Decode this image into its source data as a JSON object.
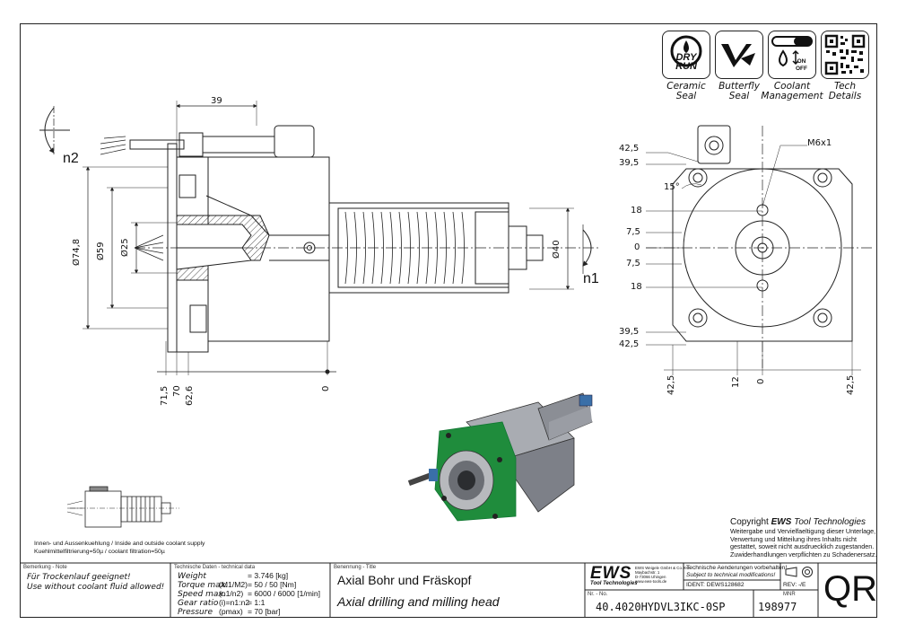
{
  "icons": [
    {
      "label": "Ceramic\nSeal",
      "line1": "Ceramic",
      "line2": "Seal",
      "badge": "DRY RUN",
      "badge1": "DRY",
      "badge2": "RUN",
      "icon": "dry-run-icon"
    },
    {
      "label": "Butterfly Seal",
      "line1": "Butterfly",
      "line2": "Seal",
      "icon": "butterfly-seal-icon"
    },
    {
      "label": "Coolant Management",
      "line1": "Coolant",
      "line2": "Management",
      "on": "ON",
      "off": "OFF",
      "icon": "coolant-icon"
    },
    {
      "label": "Tech Details",
      "line1": "Tech",
      "line2": "Details",
      "icon": "qr-code-icon"
    }
  ],
  "side_view": {
    "dims": {
      "d39": "39",
      "d74": "Ø74,8",
      "d59": "Ø59",
      "d25": "Ø25",
      "d40": "Ø40",
      "n1": "n1",
      "n2": "n2",
      "b715": "71,5",
      "b70": "70",
      "b626": "62,6",
      "b0": "0"
    }
  },
  "front_view": {
    "thread": "M6x1",
    "angle": "15°",
    "left_dims": [
      "42,5",
      "39,5",
      "18",
      "7,5",
      "0",
      "7,5",
      "18",
      "39,5",
      "42,5"
    ],
    "bottom_dims": [
      "42,5",
      "12",
      "0",
      "42,5"
    ]
  },
  "coolant_note": {
    "line1": "Innen- und Aussenkuehlung / Inside and outside coolant supply",
    "line2": "Kuehlmittelfiltrierung=50µ / coolant filtration=50µ"
  },
  "copyright": {
    "title_prefix": "Copyright ",
    "title_brand": "EWS",
    "title_suffix": " Tool Technologies",
    "line1": "Weitergabe und Vervielfaeltigung dieser Unterlage,",
    "line2": "Verwertung und Mitteilung ihres Inhalts nicht",
    "line3": "gestattet, soweit nicht ausdruecklich zugestanden.",
    "line4": "Zuwiderhandlungen verpflichten zu Schadenersatz."
  },
  "title_block": {
    "note_header": "Bemerkung - Note",
    "note_de": "Für Trockenlauf geeignet!",
    "note_en": "Use without coolant fluid allowed!",
    "tech_header": "Technische Daten - technical data",
    "tech": [
      {
        "name": "Weight",
        "sym": "",
        "val": "=  3.746 [kg]"
      },
      {
        "name": "Torque max.",
        "sym": "(M1/M2)",
        "val": "=  50 / 50 [Nm]"
      },
      {
        "name": "Speed max.",
        "sym": "(n1/n2)",
        "val": "=  6000 / 6000 [1/min]"
      },
      {
        "name": "Gear ratio",
        "sym": "(i)=n1:n2",
        "val": "=  1:1"
      },
      {
        "name": "Pressure",
        "sym": "(pmax)",
        "val": "=  70 [bar]"
      }
    ],
    "title_header": "Benennung - Title",
    "title_de": "Axial Bohr und Fräskopf",
    "title_en": "Axial drilling and milling head",
    "logo": "EWS",
    "logo_sub": "Tool Technologies",
    "company": "EWS Weigele GmbH & Co. KG",
    "address1": "Maybachstr. 1",
    "address2": "D-73066 Uhingen",
    "web": "www.ews-tools.de",
    "change_de": "Technische Aenderungen vorbehalten!",
    "change_en": "Subject to technical modifications!",
    "ident": "IDENT: DEWS128682",
    "rev": "REV: -/E",
    "nr_header": "Nr. - No.",
    "part_no": "40.4020HYDVL3IKC-0SP",
    "mnr_header": "MNR",
    "mnr": "198977",
    "qr": "QR"
  }
}
